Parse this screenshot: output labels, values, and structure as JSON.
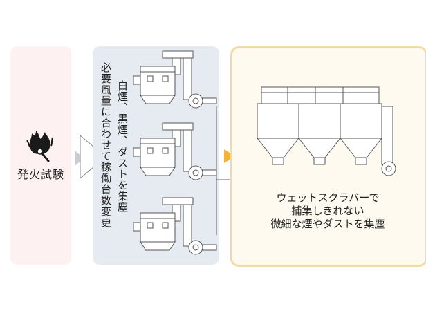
{
  "fire_test": {
    "label": "発火試験",
    "icon": "fire-match-icon",
    "panel_color": "#fdf1f2"
  },
  "collector": {
    "text_outer": "必要風量に合わせて稼働台数変更",
    "text_inner": "白煙、黒煙、ダストを集塵",
    "unit_count": 3,
    "panel_color": "#e6ebf1"
  },
  "scrubber": {
    "lines": [
      "ウェットスクラバーで",
      "捕集しきれない",
      "微細な煙やダストを集塵"
    ],
    "panel_color": "#fffaf0",
    "border_color": "#f3d9a2"
  },
  "flow_arrow_color": "#f5b335"
}
